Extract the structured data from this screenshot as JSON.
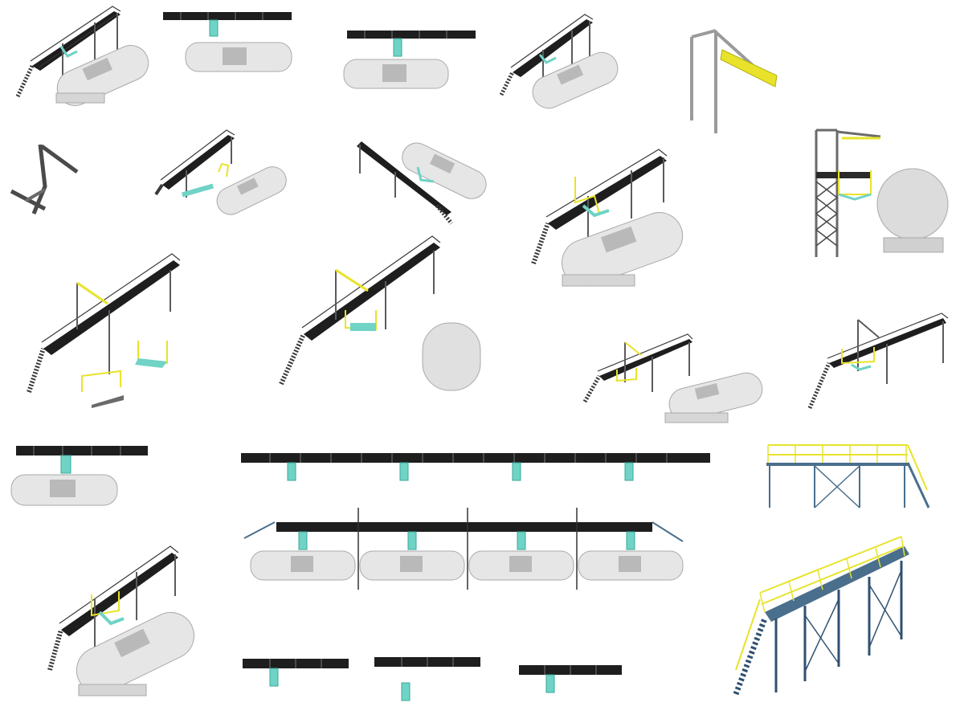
{
  "colors": {
    "steel": "#5b5b5b",
    "rail_dark": "#3a3a3a",
    "deck": "#1e1e1e",
    "deck_cell": "#3c3c3c",
    "tank_fill": "#e6e6e6",
    "tank_edge": "#a9a9a9",
    "tank_panel": "#b9b9b9",
    "safety_yellow": "#e8e32a",
    "gangway_cyan": "#6fd3c6",
    "frame_blue": "#4a6f8c"
  },
  "figures": [
    {
      "id": "iso-gantry-with-tank-car-1",
      "icon": "railcar-loading-gantry"
    },
    {
      "id": "plan-gangway-over-tank-1",
      "icon": "plan-view-gangway"
    },
    {
      "id": "plan-gangway-over-tank-2",
      "icon": "plan-view-gangway"
    },
    {
      "id": "iso-gantry-with-tank-car-2",
      "icon": "railcar-loading-gantry"
    },
    {
      "id": "boom-arm-post",
      "icon": "swing-boom"
    },
    {
      "id": "bent-frame-part",
      "icon": "frame-member"
    },
    {
      "id": "exploded-gantry-assembly",
      "icon": "exploded-assembly"
    },
    {
      "id": "gantry-over-tank-car-long",
      "icon": "railcar-loading-gantry"
    },
    {
      "id": "iso-gantry-with-tank-car-3",
      "icon": "railcar-loading-gantry"
    },
    {
      "id": "end-view-gantry-tank",
      "icon": "end-elevation"
    },
    {
      "id": "iso-gantry-with-yellow-gangways",
      "icon": "railcar-loading-gantry"
    },
    {
      "id": "iso-gantry-with-tank-end",
      "icon": "railcar-loading-gantry"
    },
    {
      "id": "iso-gantry-with-tank-car-4",
      "icon": "railcar-loading-gantry"
    },
    {
      "id": "iso-gantry-small-right",
      "icon": "railcar-loading-gantry"
    },
    {
      "id": "plan-gangway-over-tank-3",
      "icon": "plan-view-gangway"
    },
    {
      "id": "plan-long-gantry-4-gangways",
      "icon": "plan-view-gangway"
    },
    {
      "id": "plan-4-tank-cars-with-gantry",
      "icon": "plan-view-gangway"
    },
    {
      "id": "yellow-platform-elevation",
      "icon": "platform-elevation"
    },
    {
      "id": "iso-gantry-with-tank-car-5",
      "icon": "railcar-loading-gantry"
    },
    {
      "id": "plan-gangway-only-1",
      "icon": "plan-view-gangway"
    },
    {
      "id": "plan-gangway-only-2",
      "icon": "plan-view-gangway"
    },
    {
      "id": "plan-gangway-only-3",
      "icon": "plan-view-gangway"
    },
    {
      "id": "iso-yellow-platform-blue-frame",
      "icon": "elevated-platform"
    }
  ]
}
